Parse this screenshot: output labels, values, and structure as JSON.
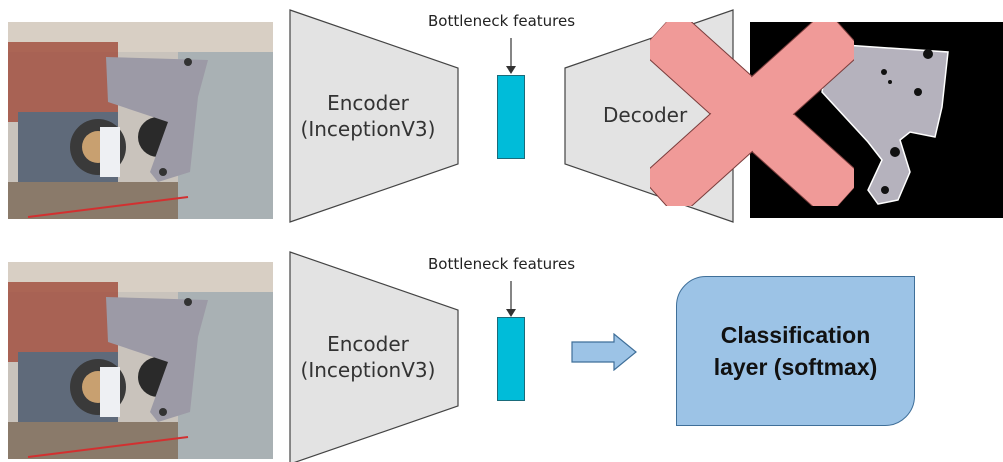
{
  "top": {
    "bottleneck_label": "Bottleneck features",
    "encoder_line1": "Encoder",
    "encoder_line2": "(InceptionV3)",
    "decoder_label": "Decoder"
  },
  "bottom": {
    "bottleneck_label": "Bottleneck features",
    "encoder_line1": "Encoder",
    "encoder_line2": "(InceptionV3)",
    "classification_label": "Classification\nlayer (softmax)"
  },
  "colors": {
    "encoder_fill": "#e3e3e3",
    "bottleneck_fill": "#00bcd9",
    "cross_fill": "#f09a98",
    "classification_fill": "#9cc3e6",
    "arrow_fill": "#9cc3e6"
  }
}
